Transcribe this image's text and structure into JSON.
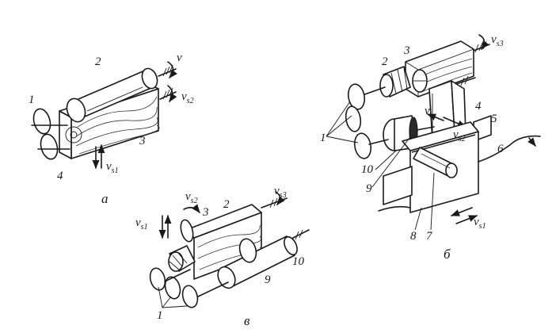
{
  "panels": {
    "a": {
      "caption": "а",
      "labels": {
        "n1": "1",
        "n2": "2",
        "n3": "3",
        "n4": "4"
      },
      "vel_v": "v",
      "vel_s2": "v",
      "vel_s2_sub": "s2",
      "vel_s1": "v",
      "vel_s1_sub": "s1"
    },
    "b": {
      "caption": "б",
      "labels": {
        "n1": "1",
        "n2": "2",
        "n3": "3",
        "n4": "4",
        "n5": "5",
        "n6": "6",
        "n7": "7",
        "n8": "8",
        "n9": "9",
        "n10": "10"
      },
      "vel_s3": "v",
      "vel_s3_sub": "s3",
      "vel_v": "v",
      "vel_s2": "v",
      "vel_s2_sub": "s2",
      "vel_s1": "v",
      "vel_s1_sub": "s1"
    },
    "c": {
      "caption": "в",
      "labels": {
        "n1": "1",
        "n2": "2",
        "n3": "3",
        "n9": "9",
        "n10": "10"
      },
      "vel_s1": "v",
      "vel_s1_sub": "s1",
      "vel_s2": "v",
      "vel_s2_sub": "s2",
      "vel_s3": "v",
      "vel_s3_sub": "s3"
    }
  }
}
